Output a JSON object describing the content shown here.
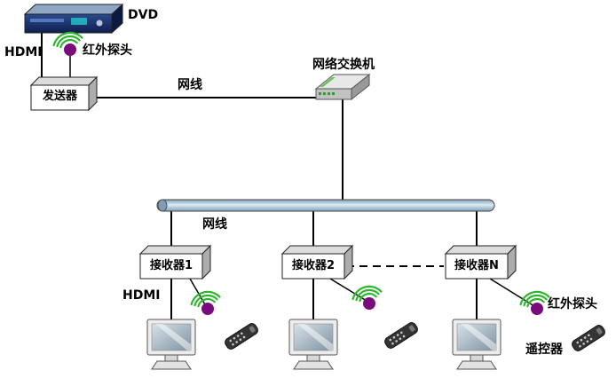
{
  "diagram": {
    "source_section": {
      "dvd_label": "DVD",
      "hdmi_label": "HDMI",
      "ir_probe_label": "红外探头",
      "transmitter_label": "发送器"
    },
    "network_section": {
      "cable_label": "网线",
      "switch_label": "网络交换机",
      "trunk_cable_label": "网线"
    },
    "receiver_section": {
      "receiver1_label": "接收器1",
      "receiver2_label": "接收器2",
      "receiverN_label": "接收器N",
      "hdmi_label": "HDMI",
      "ir_probe_label": "红外探头",
      "remote_label": "遥控器"
    }
  },
  "colors": {
    "ir_dot": "#7a0b7d",
    "wifi_wave": "#2db52d",
    "pipe_fill": "#9db9cc",
    "cable_line": "#000000",
    "dvd_body": "#16306e",
    "box_front": "#ffffff",
    "box_top": "#dcdcdc",
    "box_side": "#adadad",
    "remote_body": "#343434"
  }
}
